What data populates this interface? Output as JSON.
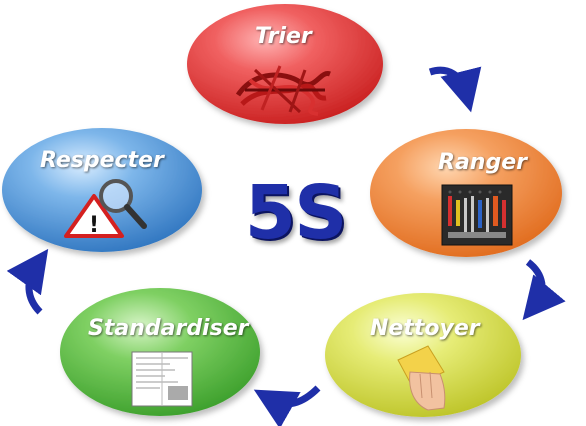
{
  "diagram": {
    "center": "5S",
    "steps": [
      {
        "id": "trier",
        "label": "Trier",
        "color": "#e03b3b",
        "icon": "cable-bundle-icon"
      },
      {
        "id": "ranger",
        "label": "Ranger",
        "color": "#f08a3c",
        "icon": "tool-board-icon"
      },
      {
        "id": "nettoyer",
        "label": "Nettoyer",
        "color": "#d9e04a",
        "icon": "cleaning-sponge-icon"
      },
      {
        "id": "standardiser",
        "label": "Standardiser",
        "color": "#57b845",
        "icon": "document-icon"
      },
      {
        "id": "respecter",
        "label": "Respecter",
        "color": "#4a8fd0",
        "icon": "warning-magnifier-icon"
      }
    ],
    "arrow_color": "#1f2fa8"
  }
}
